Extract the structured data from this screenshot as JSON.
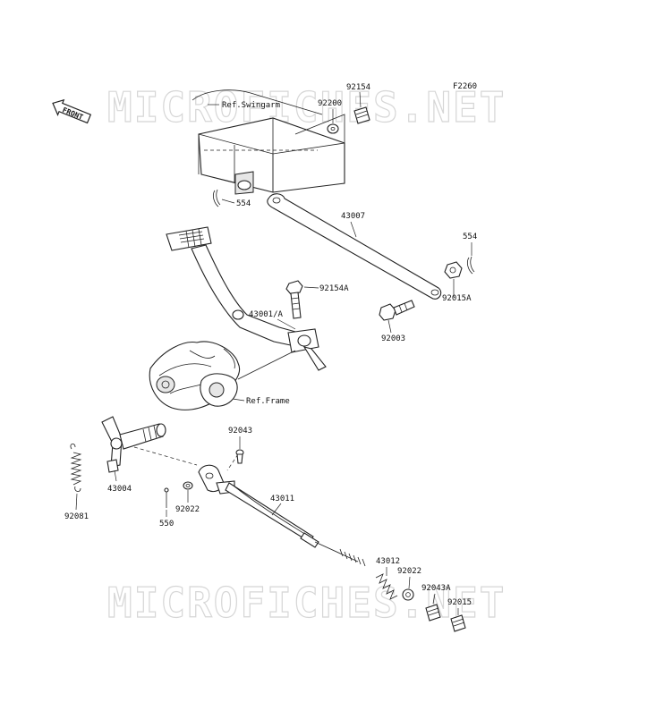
{
  "diagram_code": "F2260",
  "watermark": "MICROFICHES.NET",
  "front_badge": "FRONT",
  "references": {
    "swingarm": "Ref.Swingarm",
    "frame": "Ref.Frame"
  },
  "parts": {
    "p92154": "92154",
    "p92200": "92200",
    "p554_upper": "554",
    "p43007": "43007",
    "p554_right": "554",
    "p92015A": "92015A",
    "p92154A": "92154A",
    "p43001A": "43001/A",
    "p92003": "92003",
    "p92043": "92043",
    "p43004": "43004",
    "p92081": "92081",
    "p550": "550",
    "p92022_lower": "92022",
    "p43011": "43011",
    "p43012": "43012",
    "p92022_right": "92022",
    "p92043A": "92043A",
    "p92015": "92015"
  },
  "colors": {
    "ink": "#222222",
    "watermark": "#d6d6d6",
    "background": "#ffffff"
  }
}
